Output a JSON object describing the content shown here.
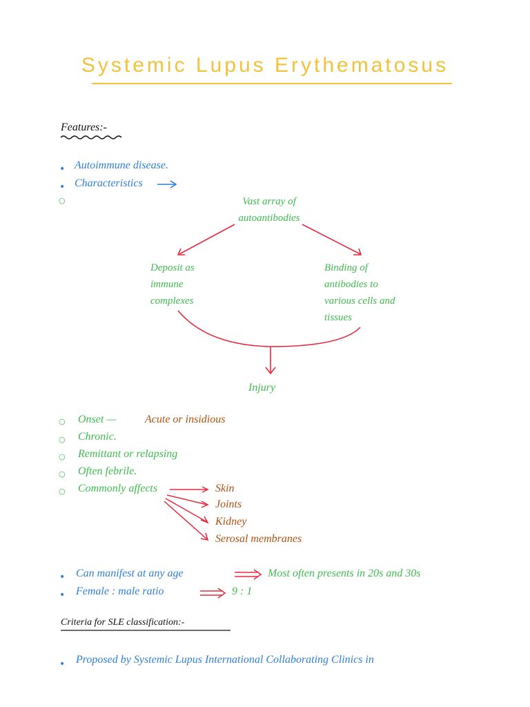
{
  "title": "Systemic Lupus Erythematosus",
  "features_heading": "Features:-",
  "bullets_top": [
    {
      "marker": "•",
      "text": "Autoimmune disease."
    },
    {
      "marker": "•",
      "text": "Characteristics"
    }
  ],
  "flow": {
    "top_node": "Vast array of autoantibodies",
    "left_node": "Deposit as immune complexes",
    "right_node": "Binding of antibodies to various cells and tissues",
    "bottom_node": "Injury"
  },
  "course_items": [
    {
      "label": "Onset —",
      "value": "Acute or insidious"
    },
    {
      "label": "Chronic.",
      "value": ""
    },
    {
      "label": "Remittant or relapsing",
      "value": ""
    },
    {
      "label": "Often febrile.",
      "value": ""
    },
    {
      "label": "Commonly affects",
      "value": ""
    }
  ],
  "affected_organs": [
    "Skin",
    "Joints",
    "Kidney",
    "Serosal membranes"
  ],
  "age": {
    "text": "Can manifest at any age",
    "result": "Most often presents in 20s and 30s"
  },
  "ratio": {
    "text": "Female : male ratio",
    "value": "9 : 1"
  },
  "criteria_heading": "Criteria for SLE classification:-",
  "criteria_text": "Proposed by Systemic Lupus International Collaborating Clinics in",
  "colors": {
    "title": "#f3c13a",
    "blue": "#2f7fd8",
    "green": "#3dbb4e",
    "brown": "#b05010",
    "arrow": "#e8283c"
  }
}
